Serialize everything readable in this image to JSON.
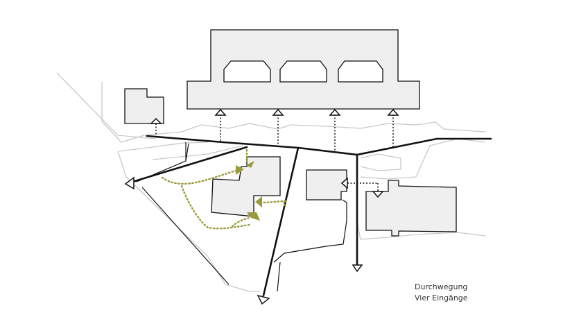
{
  "caption": {
    "line1": "Durchwegung",
    "line2": "Vier Eingänge"
  },
  "colors": {
    "background": "#ffffff",
    "building_fill": "#efefef",
    "building_stroke": "#111111",
    "context_lines": "#c8c8c8",
    "paths": "#111111",
    "entrance_arrows": "#111111",
    "internal_routes": "#9a9a3a"
  },
  "legend": {
    "paths": "black-solid-lines-with-open-arrowheads",
    "entrances": "dotted-lines-with-open-triangles",
    "internal_routes": "olive-dotted-curves-with-filled-triangles"
  }
}
